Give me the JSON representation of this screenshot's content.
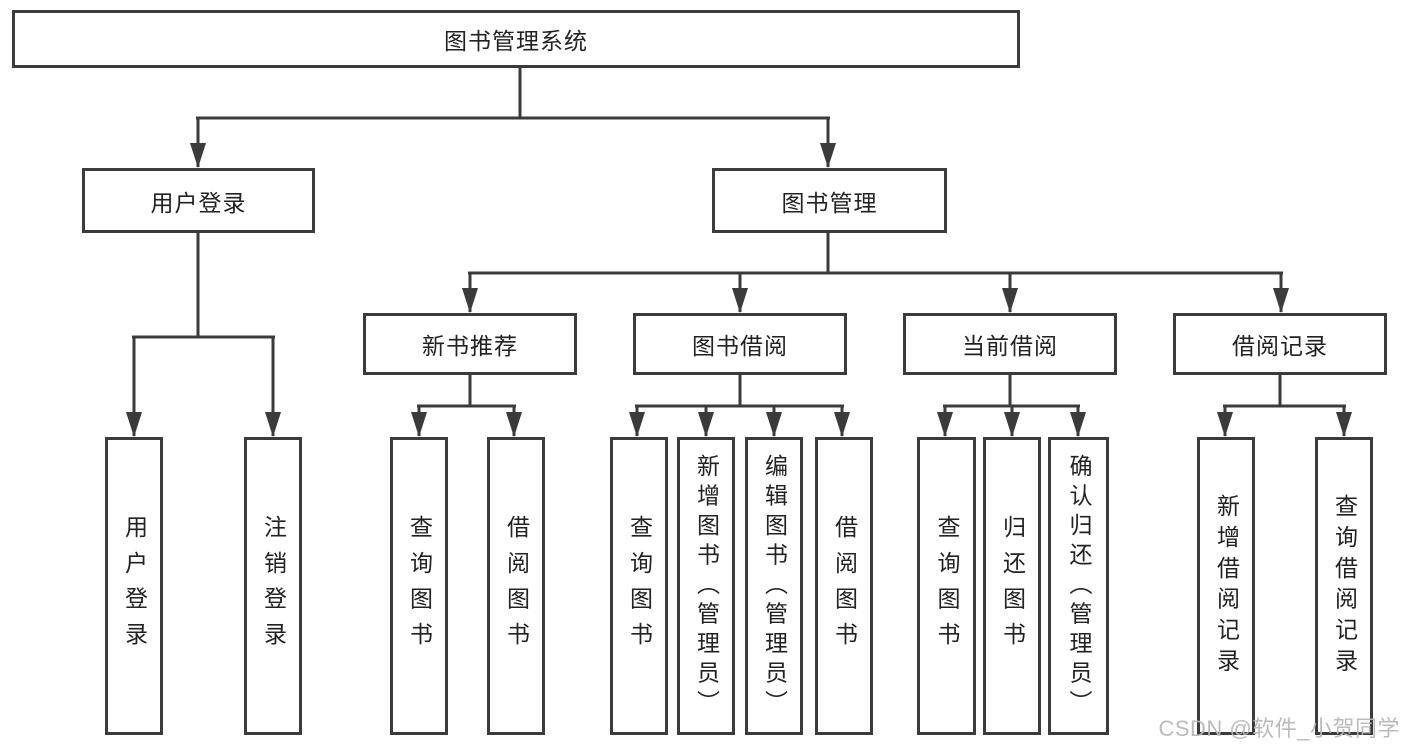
{
  "nodes": {
    "root": {
      "label": "图书管理系统"
    },
    "user": {
      "label": "用户登录"
    },
    "mgmt": {
      "label": "图书管理"
    },
    "newbook": {
      "label": "新书推荐"
    },
    "borrow": {
      "label": "图书借阅"
    },
    "current": {
      "label": "当前借阅"
    },
    "records": {
      "label": "借阅记录"
    }
  },
  "leaves": {
    "user_login": {
      "label": "用户登录"
    },
    "logout": {
      "label": "注销登录"
    },
    "nb_query": {
      "label": "查询图书"
    },
    "nb_borrow": {
      "label": "借阅图书"
    },
    "bb_query": {
      "label": "查询图书"
    },
    "bb_add": {
      "label": "新增图书（管理员）"
    },
    "bb_edit": {
      "label": "编辑图书（管理员）"
    },
    "bb_borrow": {
      "label": "借阅图书"
    },
    "cb_query": {
      "label": "查询图书"
    },
    "cb_return": {
      "label": "归还图书"
    },
    "cb_confirm": {
      "label": "确认归还（管理员）"
    },
    "rec_add": {
      "label": "新增借阅记录"
    },
    "rec_query": {
      "label": "查询借阅记录"
    }
  },
  "watermark": {
    "text": "CSDN @软件_小贺同学"
  },
  "colors": {
    "line": "#3b3b3b",
    "text": "#222222",
    "background": "#ffffff",
    "watermark": "#b7b7bb"
  }
}
